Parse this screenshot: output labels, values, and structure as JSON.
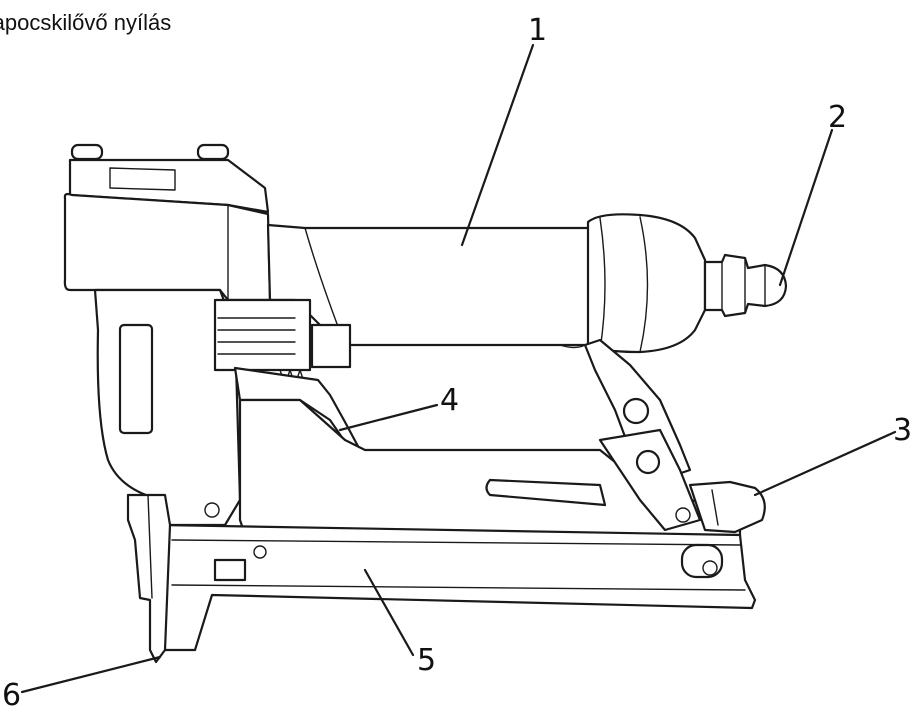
{
  "caption": "Kapocskilővő nyílás",
  "labels": [
    {
      "id": "label-1",
      "text": "1"
    },
    {
      "id": "label-2",
      "text": "2"
    },
    {
      "id": "label-3",
      "text": "3"
    },
    {
      "id": "label-4",
      "text": "4"
    },
    {
      "id": "label-5",
      "text": "5"
    },
    {
      "id": "label-6",
      "text": "6"
    }
  ]
}
